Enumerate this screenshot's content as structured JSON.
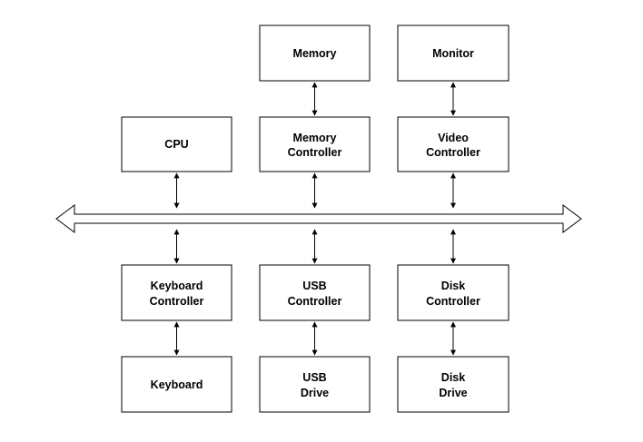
{
  "nodes": {
    "memory": {
      "lines": [
        "Memory"
      ]
    },
    "monitor": {
      "lines": [
        "Monitor"
      ]
    },
    "cpu": {
      "lines": [
        "CPU"
      ]
    },
    "memory_controller": {
      "lines": [
        "Memory",
        "Controller"
      ]
    },
    "video_controller": {
      "lines": [
        "Video",
        "Controller"
      ]
    },
    "keyboard_controller": {
      "lines": [
        "Keyboard",
        "Controller"
      ]
    },
    "usb_controller": {
      "lines": [
        "USB",
        "Controller"
      ]
    },
    "disk_controller": {
      "lines": [
        "Disk",
        "Controller"
      ]
    },
    "keyboard": {
      "lines": [
        "Keyboard"
      ]
    },
    "usb_drive": {
      "lines": [
        "USB",
        "Drive"
      ]
    },
    "disk_drive": {
      "lines": [
        "Disk",
        "Drive"
      ]
    }
  }
}
